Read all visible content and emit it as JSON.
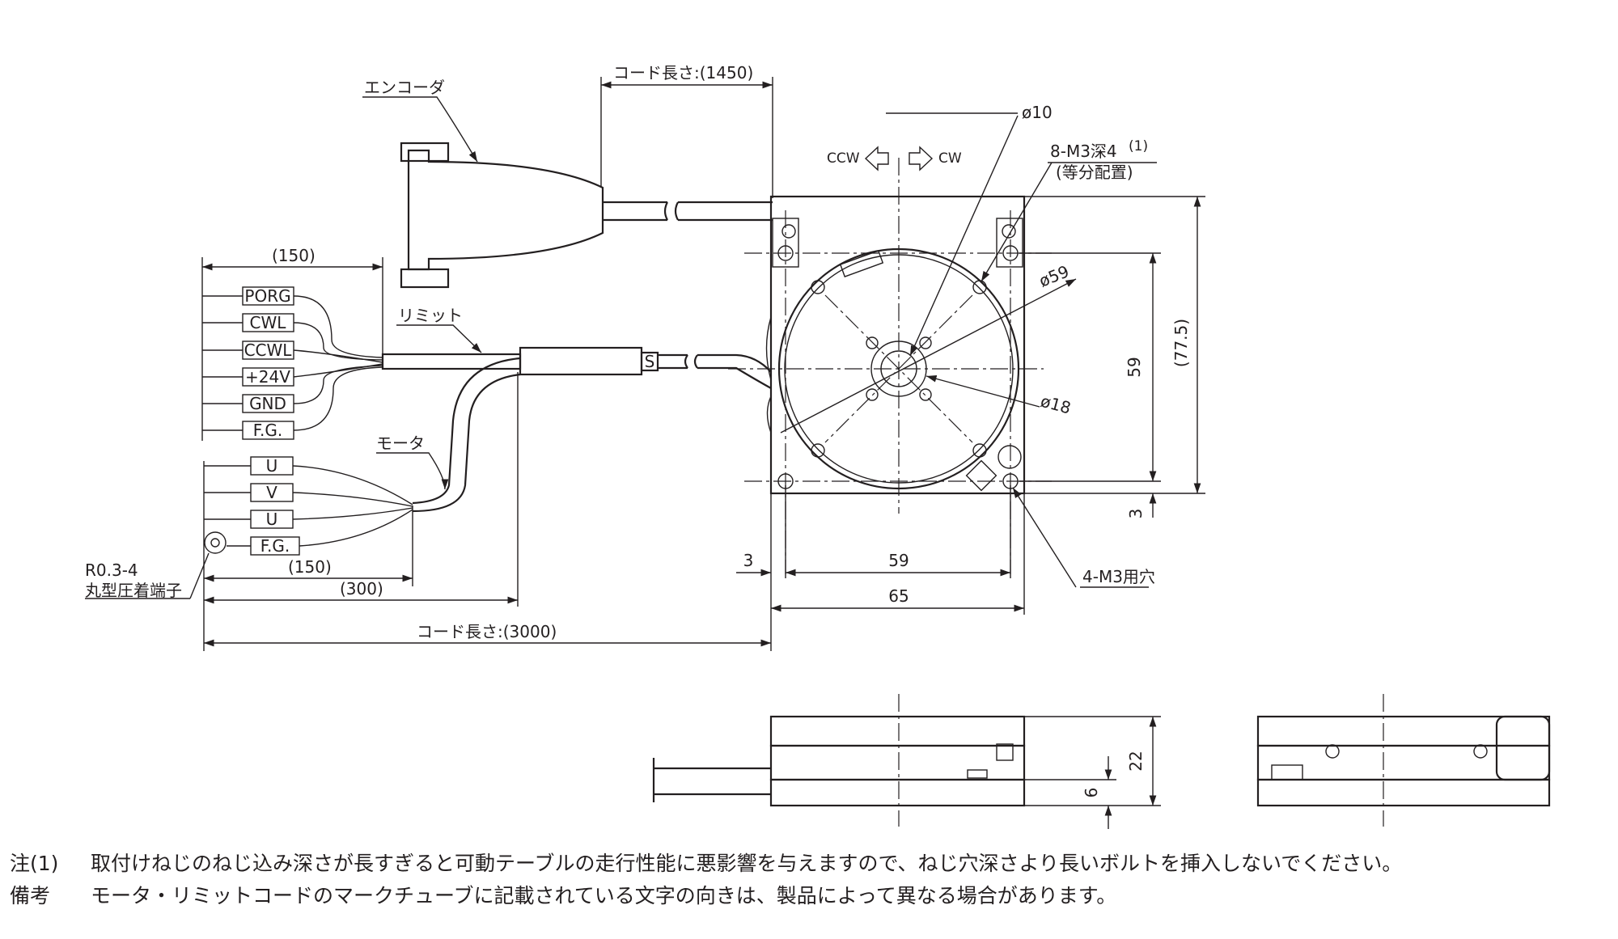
{
  "top_view": {
    "encoder_label": "エンコーダ",
    "encoder_cord_length": "コード長さ:(1450)",
    "limit_label": "リミット",
    "motor_label": "モータ",
    "limit_length": "(150)",
    "limit_wires": [
      "PORG",
      "CWL",
      "CCWL",
      "+24V",
      "GND",
      "F.G."
    ],
    "motor_wires": [
      "U",
      "V",
      "U",
      "F.G."
    ],
    "tube_mark": "S",
    "terminal_spec": "R0.3-4",
    "terminal_name": "丸型圧着端子",
    "motor_length_150": "(150)",
    "motor_length_300": "(300)",
    "motor_cord_length": "コード長さ:(3000)",
    "ccw": "CCW",
    "cw": "CW",
    "dia_10": "ø10",
    "tap_spec": "8-M3深4",
    "tap_note_mark": "(1)",
    "tap_arrangement": "(等分配置)",
    "dia_59": "ø59",
    "dia_18": "ø18",
    "dim_59_v": "59",
    "dim_77_5": "(77.5)",
    "dim_3_v": "3",
    "dim_3_h": "3",
    "dim_59_h": "59",
    "dim_65": "65",
    "hole_spec": "4-M3用穴"
  },
  "side_view": {
    "dim_22": "22",
    "dim_6": "6"
  },
  "notes": [
    {
      "tag": "注(1)",
      "text": "取付けねじのねじ込み深さが長すぎると可動テーブルの走行性能に悪影響を与えますので、ねじ穴深さより長いボルトを挿入しないでください。"
    },
    {
      "tag": "備考",
      "text": "モータ・リミットコードのマークチューブに記載されている文字の向きは、製品によって異なる場合があります。"
    }
  ]
}
